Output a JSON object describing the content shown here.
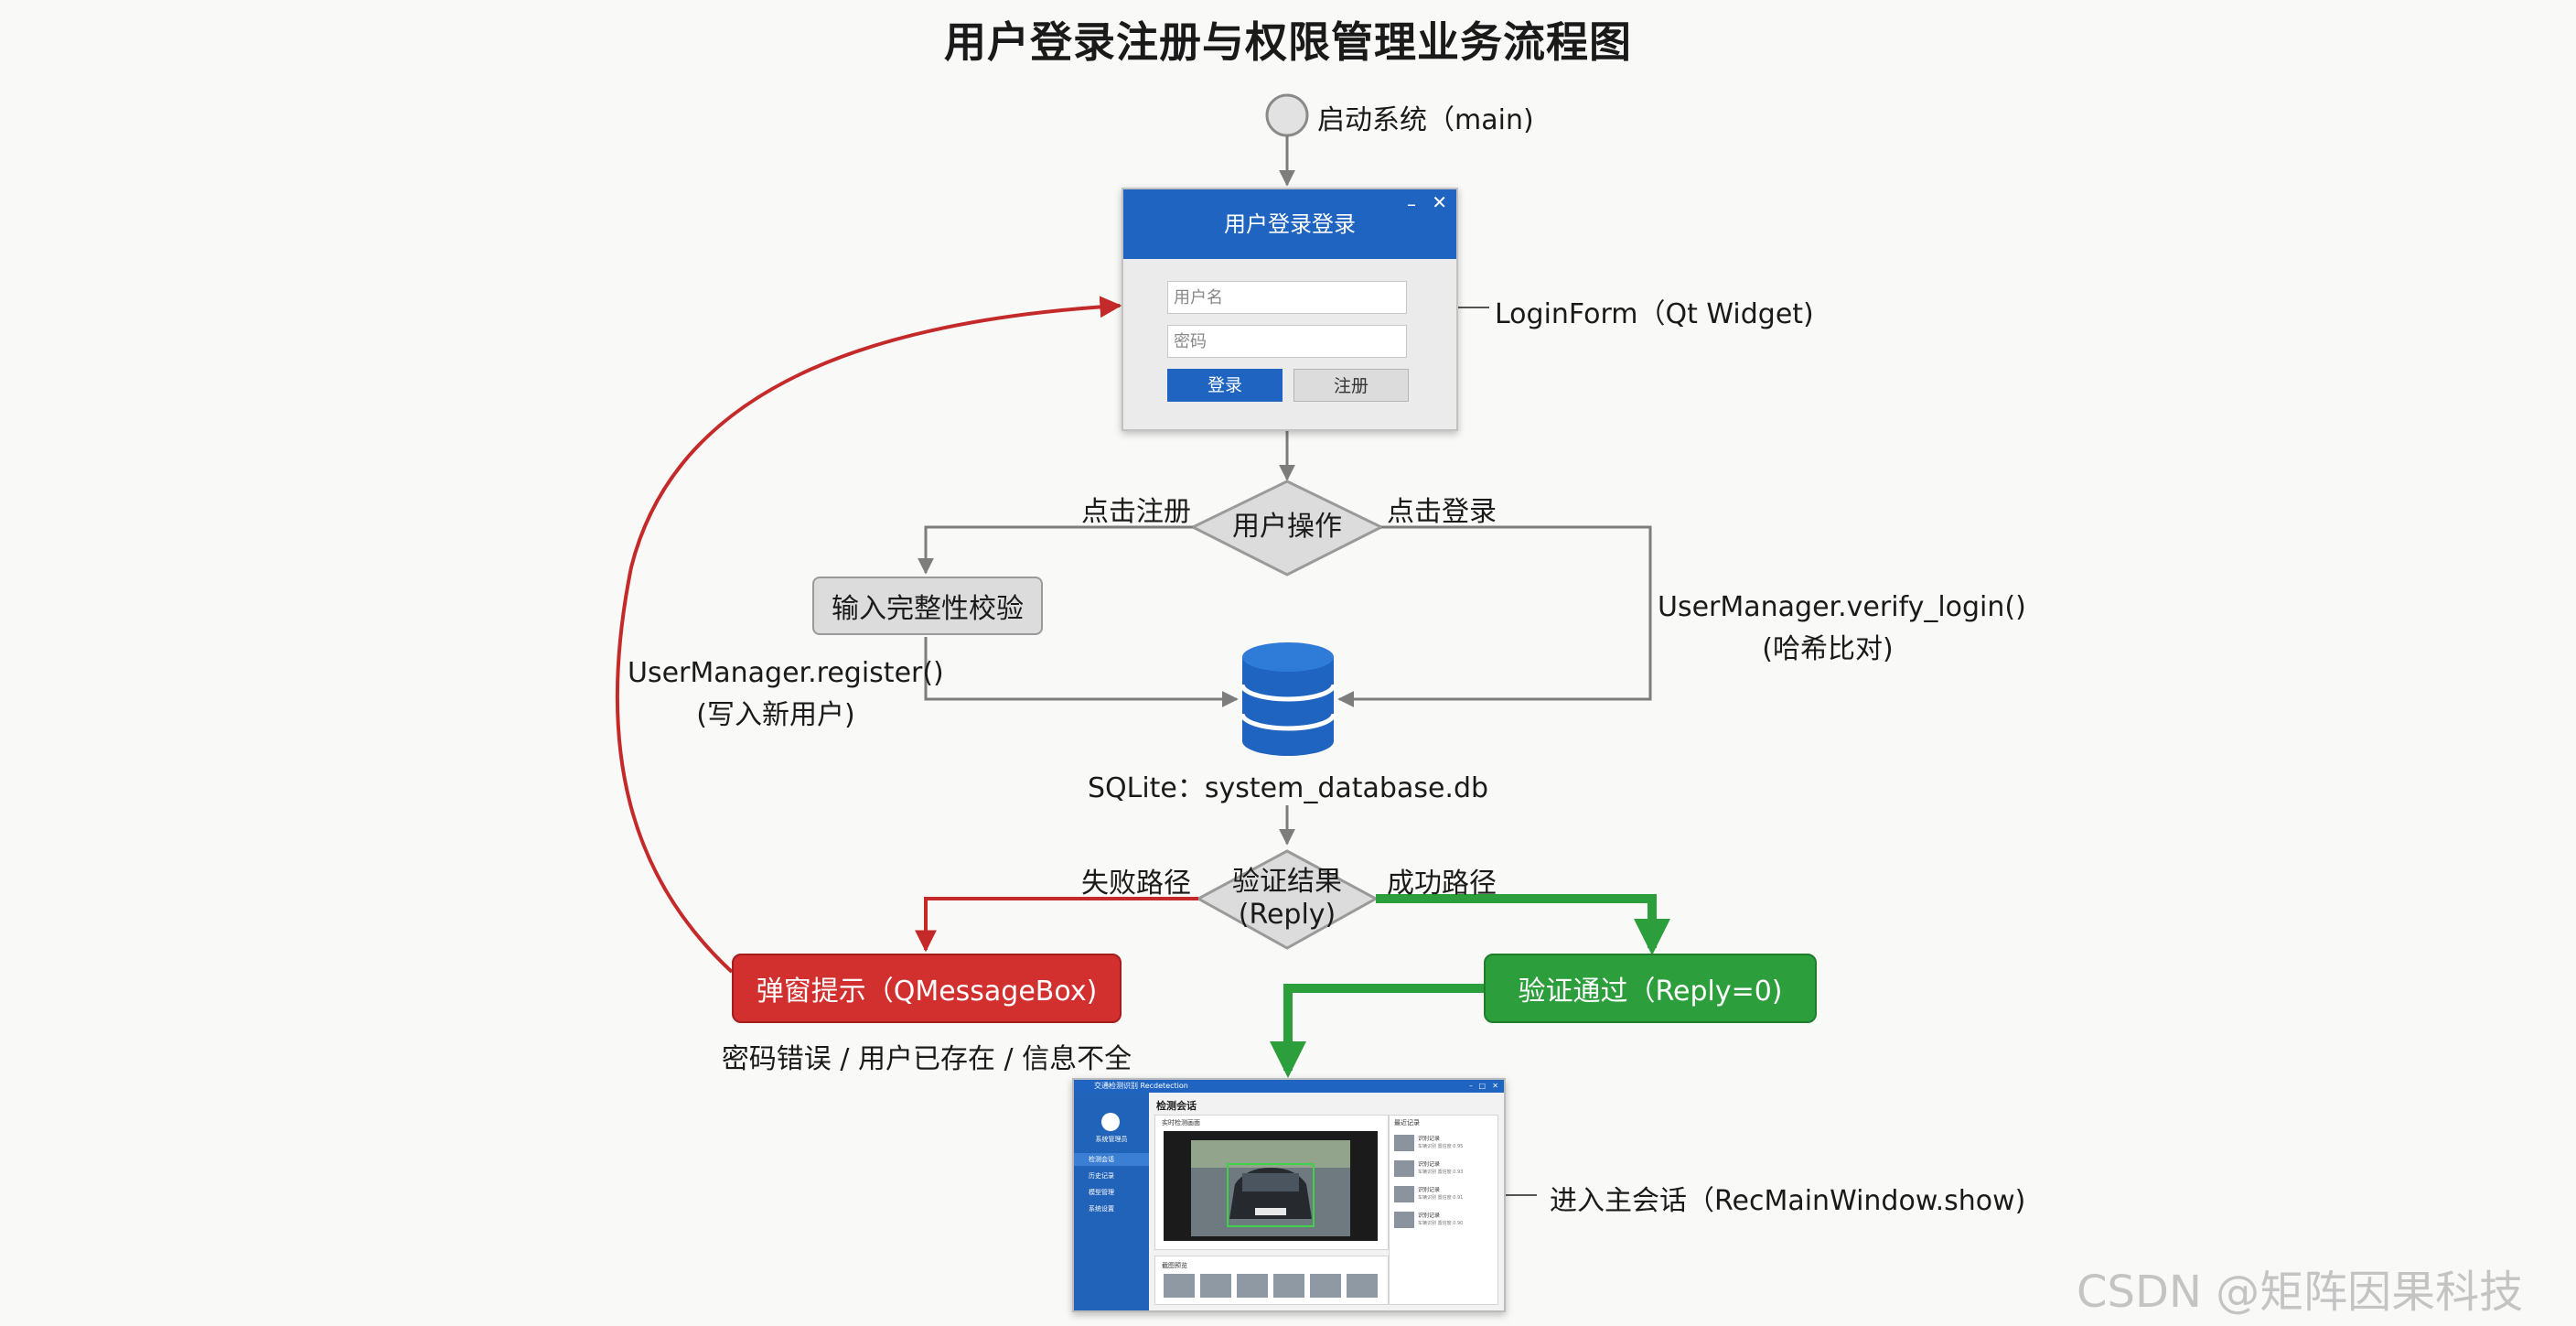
{
  "title": "用户登录注册与权限管理业务流程图",
  "start": {
    "label": "启动系统（main)"
  },
  "login_form": {
    "window_title": "用户登录登录",
    "minimize": "–",
    "close": "✕",
    "username_placeholder": "用户名",
    "password_placeholder": "密码",
    "login_button": "登录",
    "register_button": "注册",
    "annotation": "LoginForm（Qt Widget)"
  },
  "user_action": {
    "label": "用户操作",
    "left_branch": "点击注册",
    "right_branch": "点击登录"
  },
  "validation": {
    "label": "输入完整性校验"
  },
  "register_call": {
    "line1": "UserManager.register()",
    "line2": "(写入新用户)"
  },
  "verify_call": {
    "line1": "UserManager.verify_login()",
    "line2": "(哈希比对)"
  },
  "database": {
    "label": "SQLite：system_database.db"
  },
  "result": {
    "line1": "验证结果",
    "line2": "(Reply)",
    "fail_branch": "失败路径",
    "success_branch": "成功路径"
  },
  "error_popup": {
    "label": "弹窗提示（QMessageBox)",
    "note": "密码错误 / 用户已存在 / 信息不全"
  },
  "success_box": {
    "label": "验证通过（Reply=0)"
  },
  "main_window": {
    "annotation": "进入主会话（RecMainWindow.show)",
    "app_title": "交通检测识别 Recdetection",
    "page_title": "检测会话",
    "video_panel_title": "实时检测画面",
    "records_title": "最近记录",
    "thumbs_title": "截图预览",
    "user_label": "系统管理员",
    "nav": [
      "检测会话",
      "历史记录",
      "模型管理",
      "系统设置"
    ],
    "records": [
      {
        "title": "识别记录",
        "sub": "车辆识别 置信度 0.95"
      },
      {
        "title": "识别记录",
        "sub": "车辆识别 置信度 0.93"
      },
      {
        "title": "识别记录",
        "sub": "车辆识别 置信度 0.91"
      },
      {
        "title": "识别记录",
        "sub": "车辆识别 置信度 0.90"
      }
    ]
  },
  "watermark": "CSDN @矩阵因果科技",
  "colors": {
    "blue": "#1e64c0",
    "red": "#d22f2f",
    "green": "#2d9e3c",
    "gray_connector": "#7d7d7d"
  }
}
